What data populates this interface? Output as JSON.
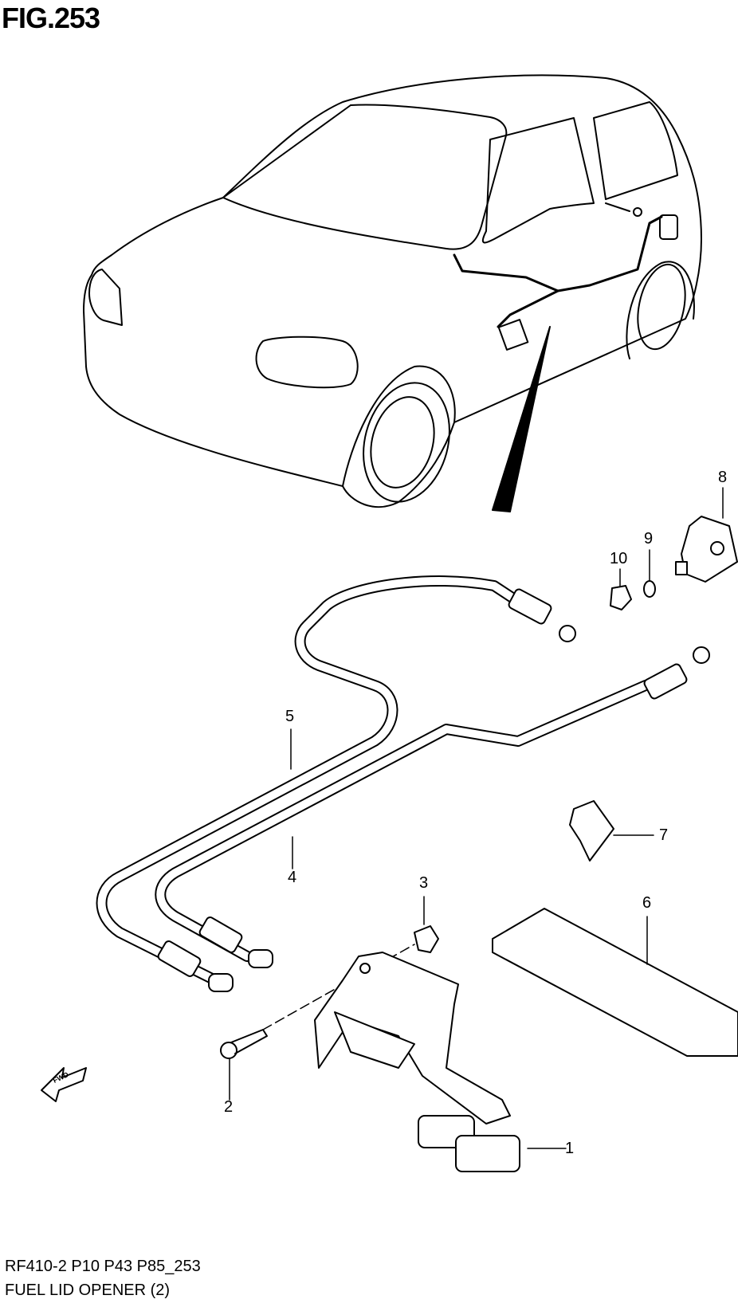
{
  "figure_title": "FIG.253",
  "callouts": [
    "1",
    "2",
    "3",
    "4",
    "5",
    "6",
    "7",
    "8",
    "9",
    "10"
  ],
  "fwd_label": "FWD",
  "footer": {
    "code": "RF410-2 P10 P43 P85_253",
    "title": "FUEL LID OPENER (2)"
  }
}
